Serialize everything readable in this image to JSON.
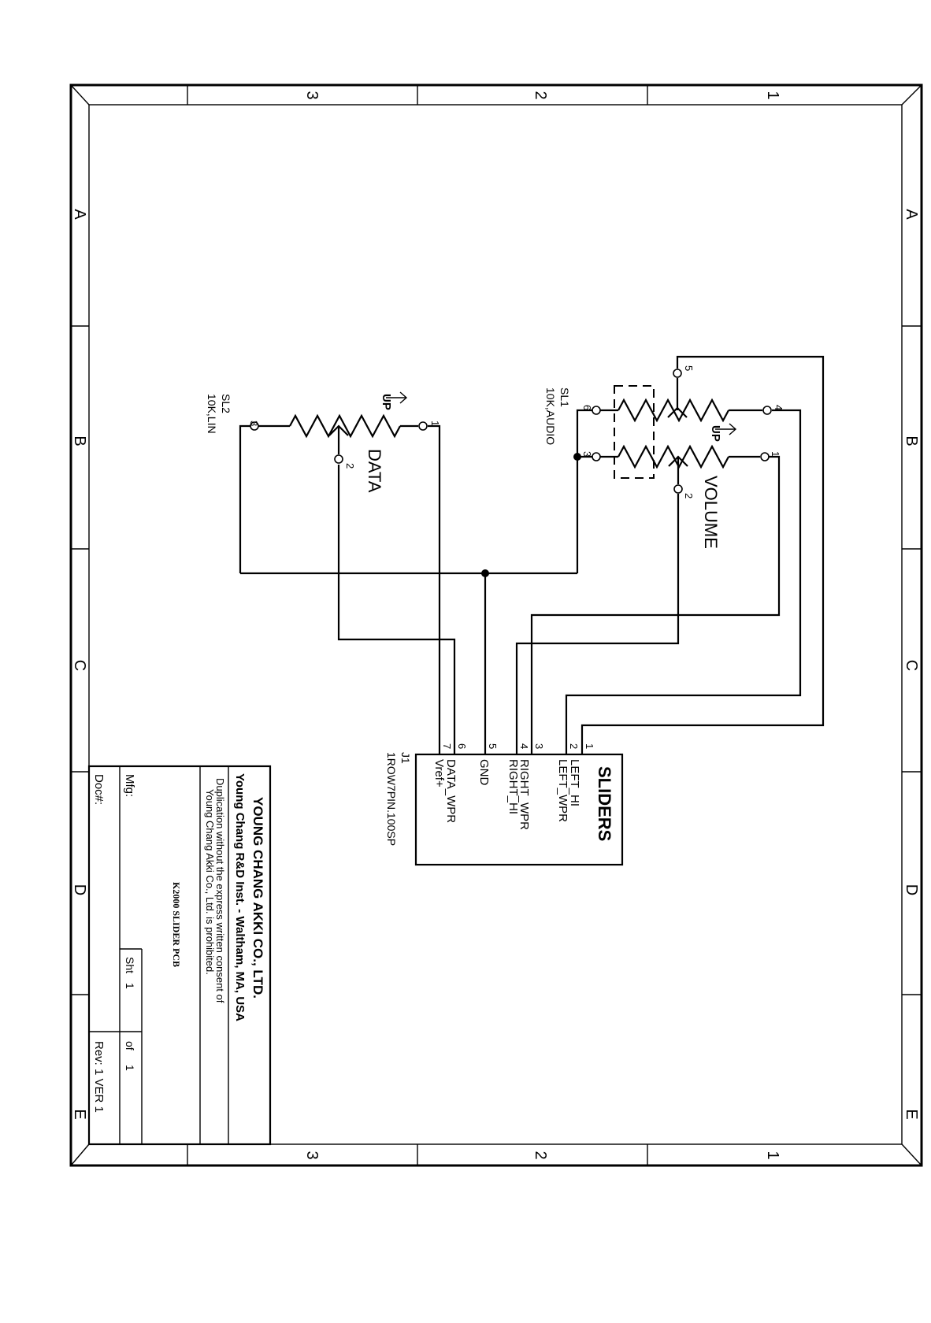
{
  "frame": {
    "zone_numbers": [
      "3",
      "2",
      "1"
    ],
    "zone_letters": [
      "A",
      "B",
      "C",
      "D",
      "E"
    ]
  },
  "connector": {
    "title": "SLIDERS",
    "designator": "J1",
    "part": "1ROW7PIN.100SP",
    "pins": [
      {
        "num": "1",
        "name": "LEFT_HI"
      },
      {
        "num": "2",
        "name": "LEFT_WPR"
      },
      {
        "num": "3",
        "name": "RIGHT_WPR"
      },
      {
        "num": "4",
        "name": "RIGHT_HI"
      },
      {
        "num": "5",
        "name": "GND"
      },
      {
        "num": "6",
        "name": "DATA_WPR"
      },
      {
        "num": "7",
        "name": "Vref+"
      }
    ]
  },
  "sl1": {
    "ref": "SL1",
    "value": "10K,AUDIO",
    "function": "VOLUME",
    "direction": "UP",
    "pins": [
      "1",
      "2",
      "3",
      "4",
      "5",
      "6"
    ]
  },
  "sl2": {
    "ref": "SL2",
    "value": "10K,LIN",
    "function": "DATA",
    "direction": "UP",
    "pins": [
      "1",
      "2",
      "3"
    ]
  },
  "title_block": {
    "company": "YOUNG CHANG AKKI CO., LTD.",
    "institute": "Young Chang R&D Inst. - Waltham, MA, USA",
    "notice_1": "Duplication without the express written consent of",
    "notice_2": "Young Chang Akki Co., Ltd. is prohibited.",
    "drawing_title": "K2000 SLIDER PCB",
    "mfg_label": "Mfg:",
    "doc_label": "Doc#:",
    "sht_label": "Sht",
    "sht_value": "1",
    "of_label": "of",
    "of_value": "1",
    "rev": "Rev: 1 VER 1"
  }
}
